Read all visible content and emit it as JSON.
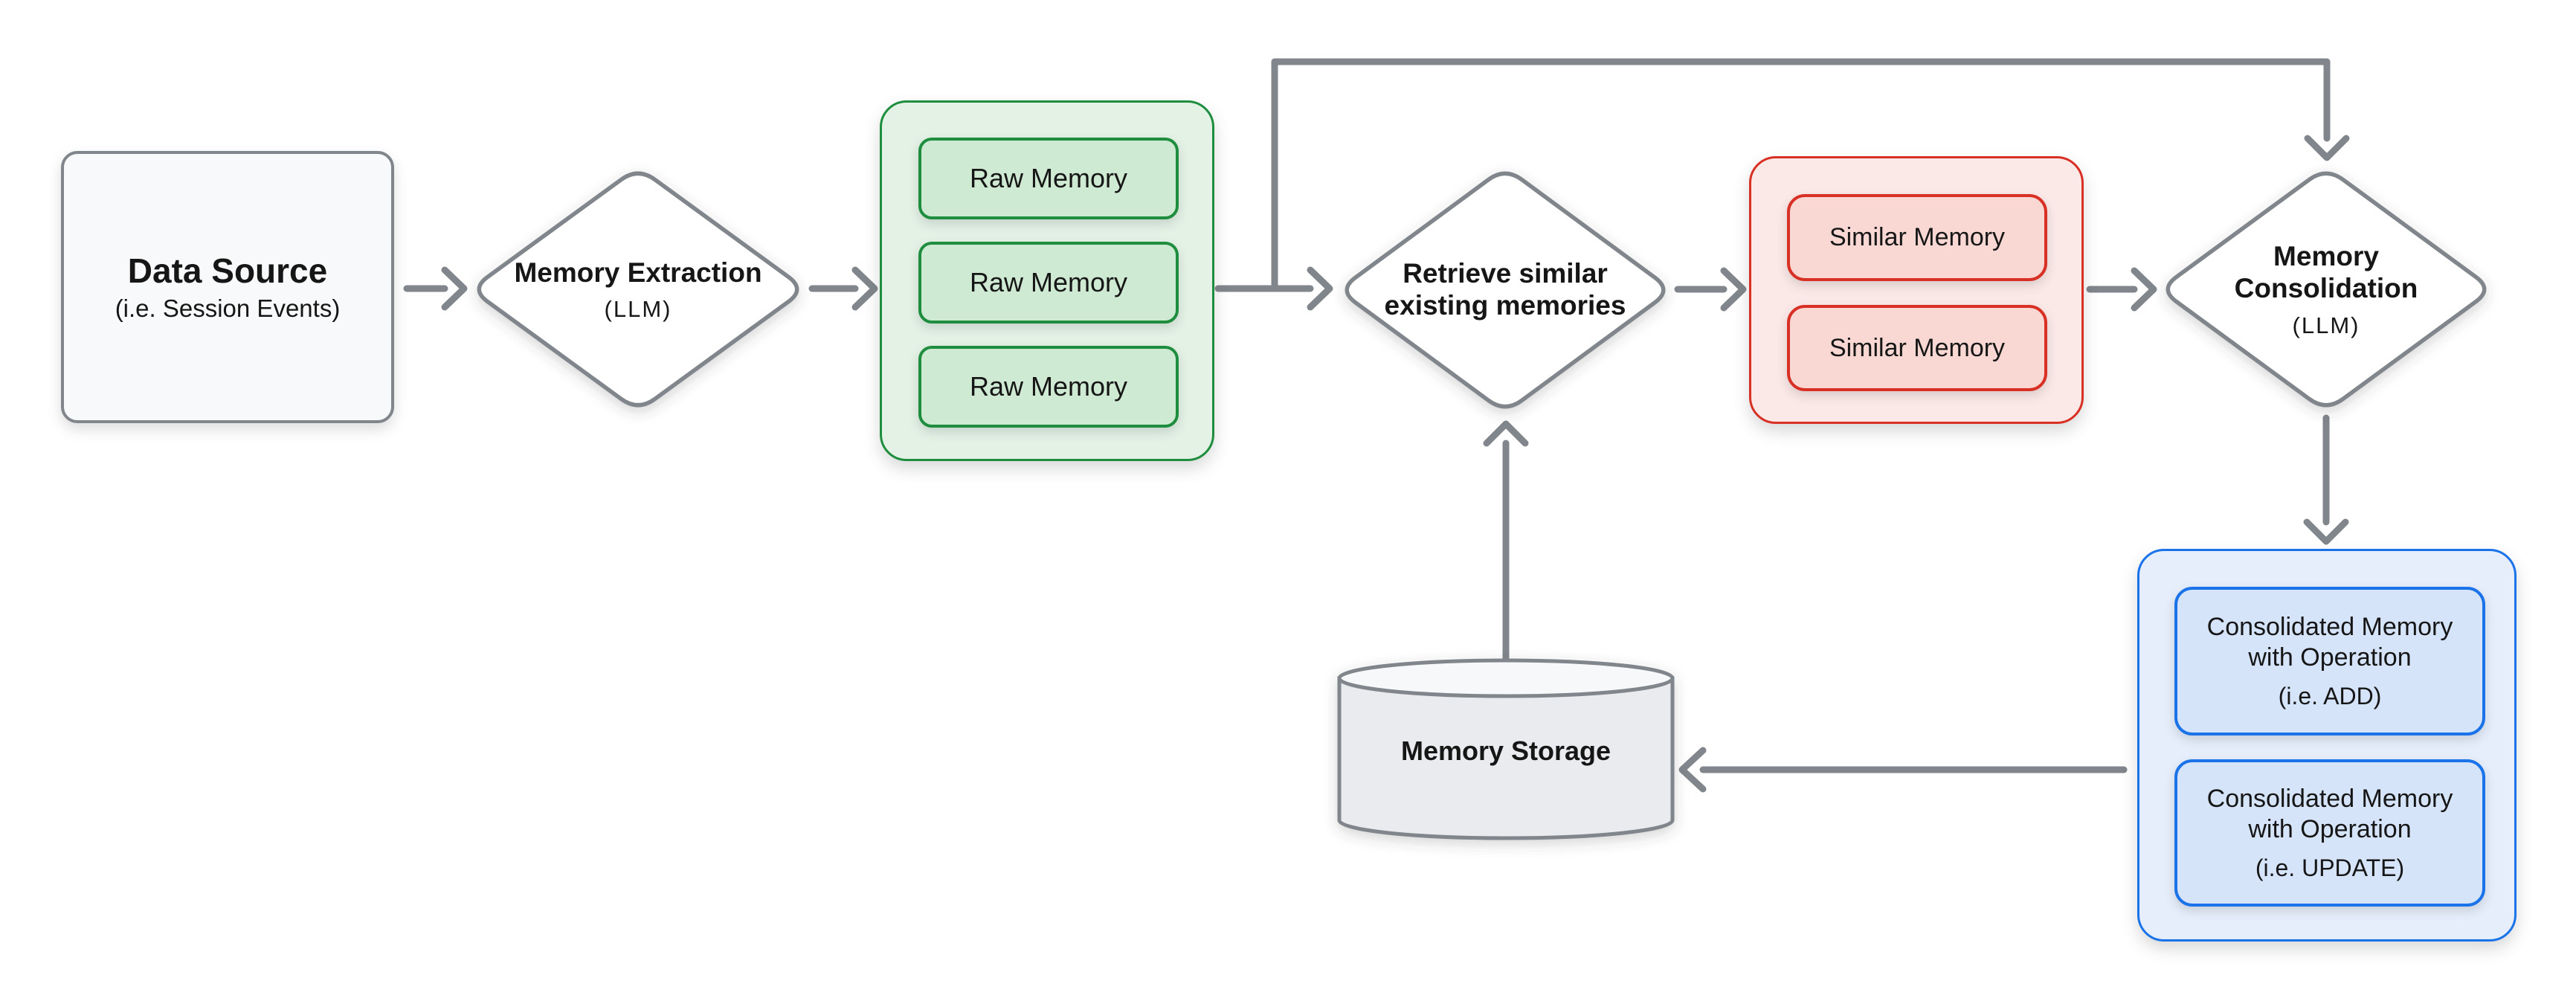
{
  "diagram": {
    "description": "Memory extraction and consolidation pipeline flowchart",
    "background": "#ffffff"
  },
  "colors": {
    "connector_gray": "#80868b",
    "node_fill_gray": "#f8f9fa",
    "green_border": "#1e8e3e",
    "green_group_fill": "#e4f2e6",
    "green_chip_fill": "#cfead2",
    "red_border": "#d93025",
    "red_group_fill": "#fbe9e7",
    "red_chip_fill": "#f9d8d4",
    "blue_border": "#1a73e8",
    "blue_group_fill": "#e6eefb",
    "blue_chip_fill": "#d6e4fa",
    "cylinder_body_fill": "#e9ebee",
    "cylinder_top_fill": "#f7f8f9",
    "text": "#161616"
  },
  "nodes": {
    "data_source": {
      "title": "Data Source",
      "subtitle": "(i.e. Session Events)"
    },
    "memory_extraction": {
      "title": "Memory Extraction",
      "subtitle": "(LLM)"
    },
    "raw_memory_group": {
      "items": [
        "Raw Memory",
        "Raw Memory",
        "Raw Memory"
      ]
    },
    "retrieve": {
      "title": "Retrieve similar existing memories"
    },
    "similar_memory_group": {
      "items": [
        "Similar Memory",
        "Similar Memory"
      ]
    },
    "memory_consolidation": {
      "title": "Memory Consolidation",
      "subtitle": "(LLM)"
    },
    "consolidated_group": {
      "items": [
        {
          "title": "Consolidated Memory with Operation",
          "subtitle": "(i.e. ADD)"
        },
        {
          "title": "Consolidated Memory with Operation",
          "subtitle": "(i.e. UPDATE)"
        }
      ]
    },
    "memory_storage": {
      "title": "Memory Storage"
    }
  }
}
